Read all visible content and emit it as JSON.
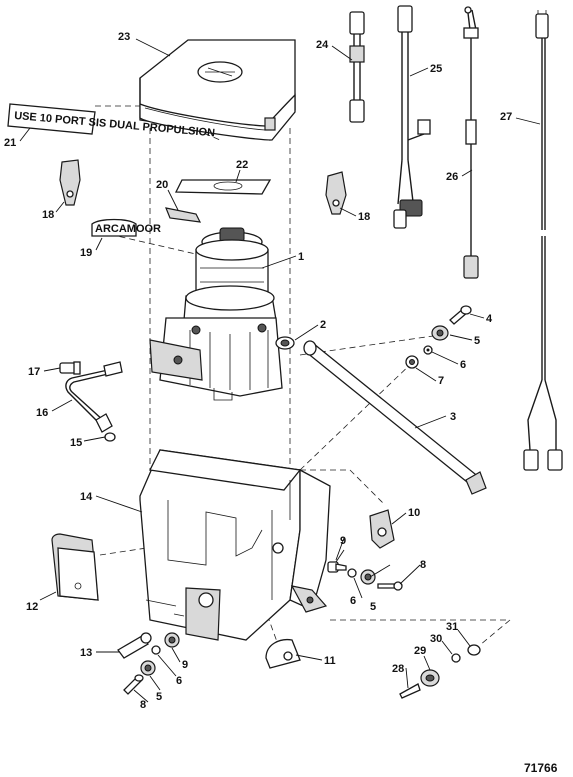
{
  "figure_number": "71766",
  "callouts": [
    "1",
    "2",
    "3",
    "4",
    "5",
    "5",
    "5",
    "6",
    "6",
    "6",
    "7",
    "8",
    "8",
    "9",
    "9",
    "10",
    "11",
    "12",
    "13",
    "14",
    "15",
    "16",
    "17",
    "18",
    "18",
    "19",
    "20",
    "21",
    "22",
    "23",
    "24",
    "25",
    "26",
    "27",
    "28",
    "29",
    "30",
    "31"
  ],
  "decal_texts": {
    "decal_21": "USE 10 PORT SIS DUAL PROPULSION",
    "decal_19": "ARCAMOOR"
  }
}
